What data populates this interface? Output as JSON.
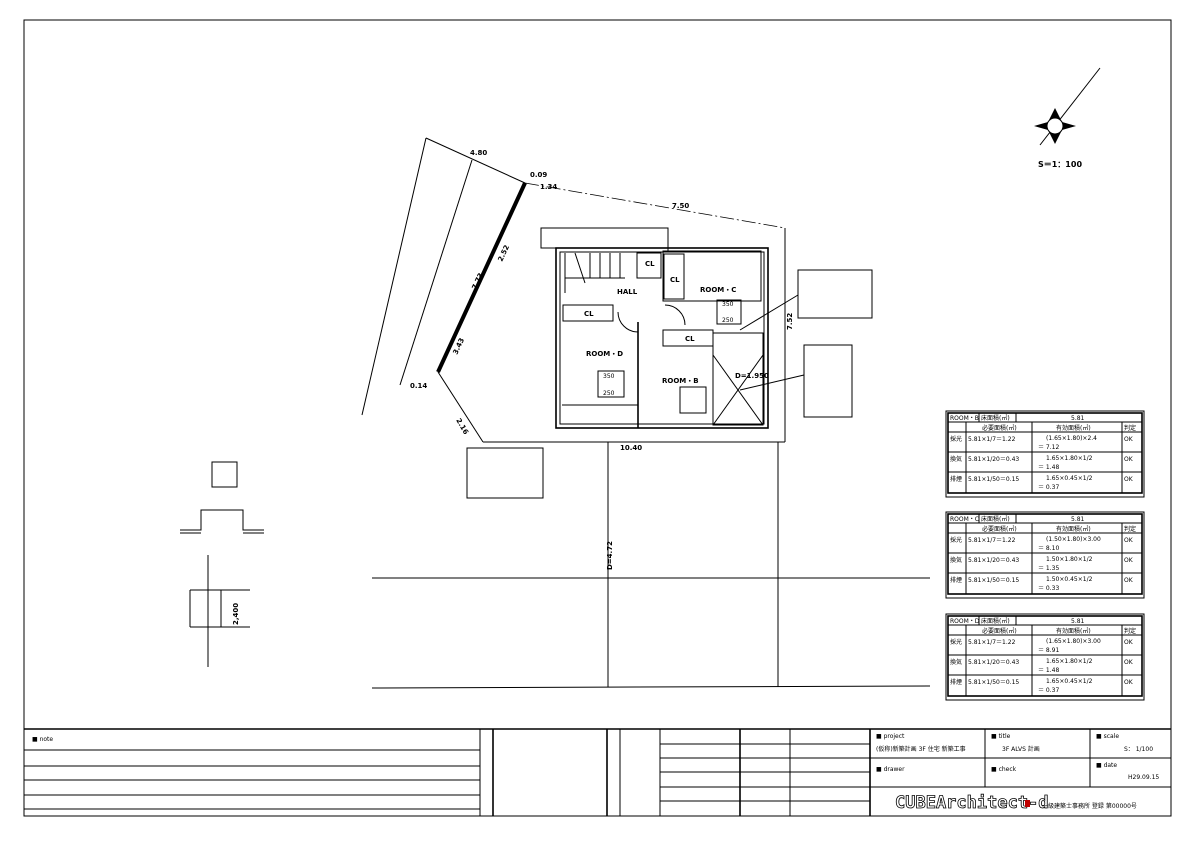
{
  "compass": {
    "scale_label": "S＝1：100"
  },
  "site": {
    "dims": [
      "0.09",
      "1.34",
      "7.50",
      "10.40",
      "7.52",
      "0.14",
      "2.16",
      "4.80",
      "7.73",
      "3.43",
      "2.52",
      "D=4.72"
    ]
  },
  "plan": {
    "rooms": {
      "hall": "HALL",
      "room_b": "ROOM・B",
      "room_c": "ROOM・C",
      "room_d": "ROOM・D",
      "cl": "CL",
      "dl": "D=1.950"
    },
    "ceiling": [
      "350",
      "250"
    ]
  },
  "area_tables": [
    {
      "room": "ROOM・B",
      "floor_label": "床面積(㎡)",
      "floor_area": "5.81",
      "headers": [
        "必要面積(㎡)",
        "有効面積(㎡)",
        "判定"
      ],
      "rows": [
        {
          "type": "採光",
          "required": "5.81×1/7＝1.22",
          "effective": "(1.65×1.80)×2.4",
          "result_eq": "＝ 7.12",
          "judge": "OK"
        },
        {
          "type": "換気",
          "required": "5.81×1/20＝0.43",
          "effective": "1.65×1.80×1/2",
          "result_eq": "＝ 1.48",
          "judge": "OK"
        },
        {
          "type": "排煙",
          "required": "5.81×1/50＝0.15",
          "effective": "1.65×0.45×1/2",
          "result_eq": "＝ 0.37",
          "judge": "OK"
        }
      ]
    },
    {
      "room": "ROOM・C",
      "floor_label": "床面積(㎡)",
      "floor_area": "5.81",
      "headers": [
        "必要面積(㎡)",
        "有効面積(㎡)",
        "判定"
      ],
      "rows": [
        {
          "type": "採光",
          "required": "5.81×1/7＝1.22",
          "effective": "(1.50×1.80)×3.00",
          "result_eq": "＝ 8.10",
          "judge": "OK"
        },
        {
          "type": "換気",
          "required": "5.81×1/20＝0.43",
          "effective": "1.50×1.80×1/2",
          "result_eq": "＝ 1.35",
          "judge": "OK"
        },
        {
          "type": "排煙",
          "required": "5.81×1/50＝0.15",
          "effective": "1.50×0.45×1/2",
          "result_eq": "＝ 0.33",
          "judge": "OK"
        }
      ]
    },
    {
      "room": "ROOM・D",
      "floor_label": "床面積(㎡)",
      "floor_area": "5.81",
      "headers": [
        "必要面積(㎡)",
        "有効面積(㎡)",
        "判定"
      ],
      "rows": [
        {
          "type": "採光",
          "required": "5.81×1/7＝1.22",
          "effective": "(1.65×1.80)×3.00",
          "result_eq": "＝ 8.91",
          "judge": "OK"
        },
        {
          "type": "換気",
          "required": "5.81×1/20＝0.43",
          "effective": "1.65×1.80×1/2",
          "result_eq": "＝ 1.48",
          "judge": "OK"
        },
        {
          "type": "排煙",
          "required": "5.81×1/50＝0.15",
          "effective": "1.65×0.45×1/2",
          "result_eq": "＝ 0.37",
          "judge": "OK"
        }
      ]
    }
  ],
  "detail": {
    "dim": "2,400"
  },
  "title_block": {
    "note": "■ note",
    "project_label": "■ project",
    "project": "(仮称)新築計画 3F 住宅 新築工事",
    "title_label": "■ title",
    "title": "3F ALVS 計画",
    "scale_label": "■ scale",
    "scale": "S：  1/100",
    "drawer_label": "■ drawer",
    "check_label": "■ check",
    "date_label": "■ date",
    "date": "H29.09.15",
    "logo": "CUBEArchitect-d",
    "office": "一級建築士事務所 登録 第00000号"
  }
}
